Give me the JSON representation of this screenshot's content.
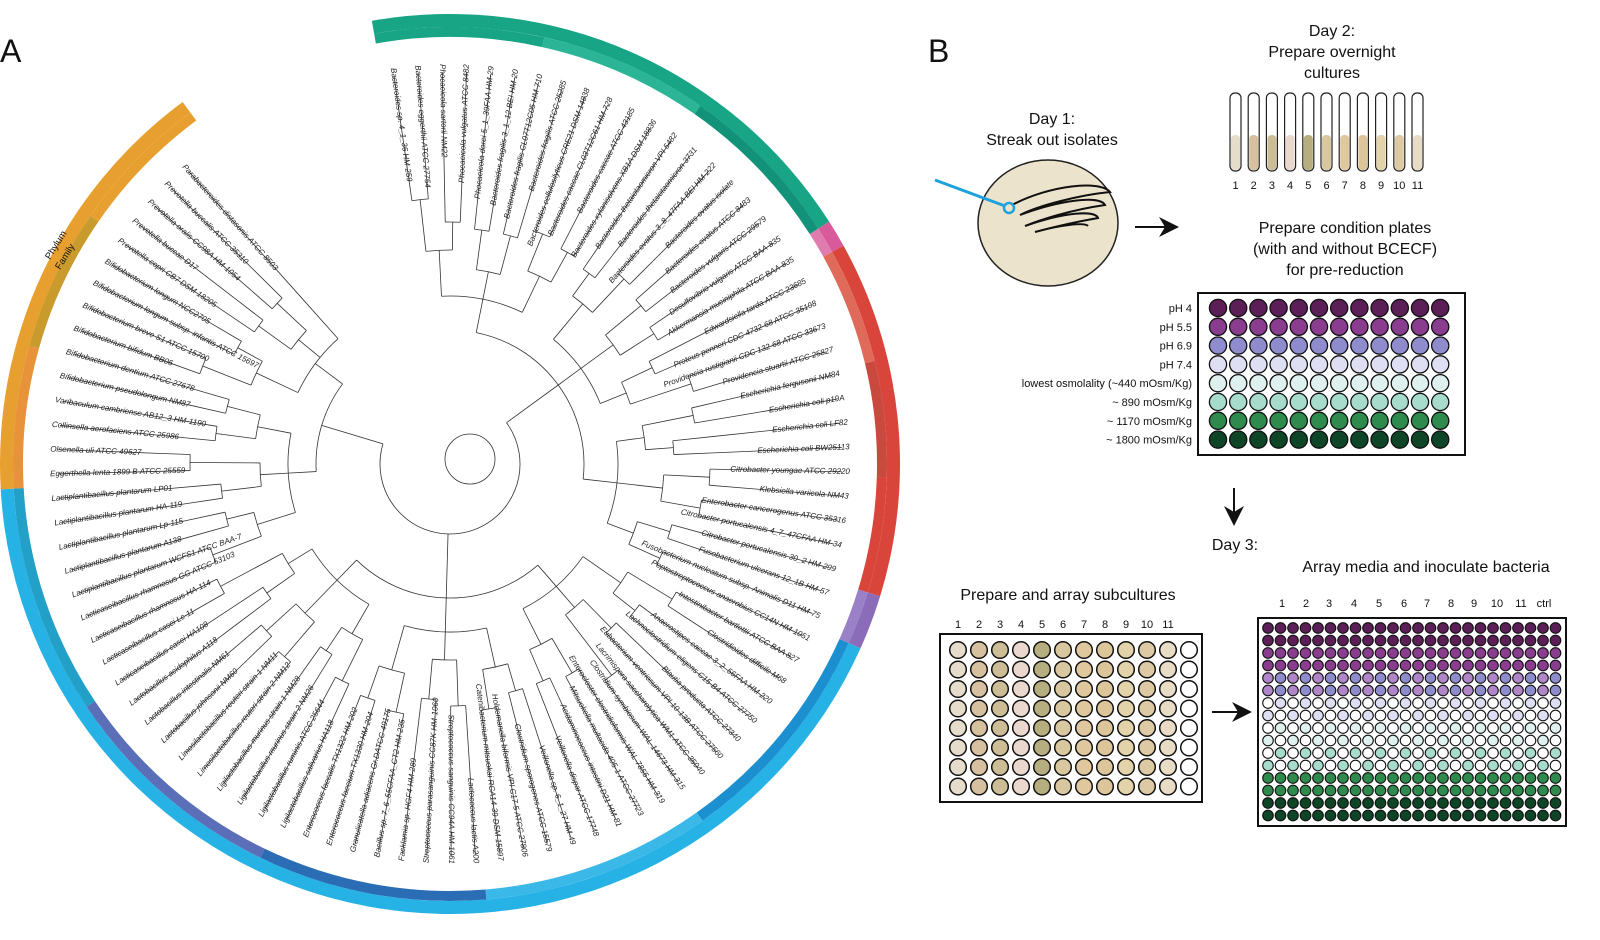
{
  "panels": {
    "a": "A",
    "b": "B"
  },
  "tree": {
    "ring_labels": {
      "outer": "Phylum",
      "inner": "Family"
    },
    "leaves": [
      "Bacteroides sp. 4_1_36 HM-259",
      "Bacteroides eggerthii ATCC 27754",
      "Phocaeicola sartorii NM22",
      "Phocaeicola vulgatus ATCC 8482",
      "Phocaeicola dorei 5_1_39FAA HM-29",
      "Bacteroides fragilis 3_1_12 BEI HM-20",
      "Bacteroides fragilis CL07T12C05 HM-710",
      "Bacteroides fragilis ATCC 25285",
      "Bacteroides cellulosilyticus CRE21 DSM 14838",
      "Bacteroides caccae CL03T12C61 HM-728",
      "Bacteroides caccae ATCC 43185",
      "Bacteroides xylanisolvens XB1A DSM 18836",
      "Bacteroides thetaiotaomicron VPI 5482",
      "Bacteroides thetaiotaomicron 3731",
      "Bacteroides ovatus 3_8_47FAA BEI HM-222",
      "Bacteroides ovatus isolate",
      "Bacteroides ovatus ATCC 8483",
      "Bacteroides vulgaris ATCC 29579",
      "Desulfovibrio vulgaris ATCC BAA-835",
      "Akkermansia muciniphila ATCC BAA-835",
      "Edwardsiella tarda ATCC 23685",
      "Proteus penneri CDC 4732-68 ATCC 35198",
      "Providencia rustigianii CDC 132-68 ATCC 33673",
      "Providencia stuartii ATCC 25827",
      "Escherichia fergusonii NM84",
      "Escherichia coli p19A",
      "Escherichia coli LF82",
      "Escherichia coli BW25113",
      "Citrobacter youngae ATCC 29220",
      "Klebsiella variicola NM43",
      "Enterobacter cancerogenus ATCC 35316",
      "Citrobacter portucalensis 4_7_47CFAA HM-34",
      "Citrobacter portucalensis 30_2 HM-299",
      "Fusobacterium ulcerans 12_1B HM-57",
      "Fusobacterium nucleatum subsp. Animalis D11 HM-75",
      "Peptostreptococcus anaerobius CC14N HM-1051",
      "Intestinibacter bartlettii ATCC BAA 827",
      "Clostridioides difficile M68",
      "Anaerostipes caccae 3_2_56FAA HM-220",
      "Lachnoclostridium eligens C15-B4 ATCC 27750",
      "Blautia producta ATCC 27340",
      "Eubacterium ventriosum VPI 10-13B ATCC 27560",
      "Lacrimispora saccharolytica WM1 ATCC 35040",
      "Clostridium symbiosum WAL-14673 HM-315",
      "Enterocloster clostridioformis WAL-7855 HM-319",
      "Mitsuokella multacida 405-1 ATCC 27723",
      "Acidaminococcus intestini D21 HM-81",
      "Veillonella dispar ATCC 17748",
      "Veillonella sp. 6_1_27 HM-49",
      "Clostridium sporogenes ATCC 15579",
      "Holdemanella biformis VPI C17-5 ATCC 27806",
      "Catenibacterium mitsuokai RCA14-39 DSM 15897",
      "Lactococcus lactis A200",
      "Streptococcus sanguinis CC94A HM-1061",
      "Streptococcus parasanguinis CC87K HM-1060",
      "Facklamia sp. HGF4 HM-289",
      "Bacillus sp. 7_6_55CFAA_CT2 HM-235",
      "Granulicatella adiacens Gr.DATCC 49175",
      "Enterococcus faecium TX1330 HM-204",
      "Enterococcus faecalis TX1322 HM-202",
      "Ligilactobacillus salivarius HA118",
      "Ligilactobacillus ruminis ATCC 25644",
      "Ligilactobacillus murinus strain 2 NM26",
      "Ligilactobacillus murinus strain 1 NM28",
      "Limosilactobacillus reuteri strain 2 NM12",
      "Limosilactobacillus reuteri strain 1 NM11",
      "Lactobacillus johnsonii NM60",
      "Lactobacillus intestinalis NM61",
      "Lactobacillus acidophilus A118",
      "Lacticaseibacillus casei HA108",
      "Lacticaseibacillus casei Lc-11",
      "Lacticaseibacillus rhamnosus HA-114",
      "Lacticaseibacillus rhamnosus GG ATCC 53103",
      "Lactiplantibacillus plantarum WCFS1 ATCC BAA-7",
      "Lactiplantibacillus plantarum A138",
      "Lactiplantibacillus plantarum Lp-115",
      "Lactiplantibacillus plantarum HA-119",
      "Lactiplantibacillus plantarum LP01",
      "Eggerthella lenta 1899 B ATCC 25559",
      "Olsenella uli ATCC 49627",
      "Collinsella aerofaciens ATCC 25986",
      "Varibaculum cambriense AB12_3 HM-1190",
      "Bifidobacterium pseudolongum NM87",
      "Bifidobacterium dentium ATCC 27678",
      "Bifidobacterium bifidum BB06",
      "Bifidobacterium breve S1 ATCC 15700",
      "Bifidobacterium longum subsp. infantis ATCC 15697",
      "Bifidobacterium longum NCC2705",
      "Prevotella copri CB7 DSM 18205",
      "Prevotella buccae D17",
      "Prevotella oralis CC98A HM-1054",
      "Prevotella buccalis ATCC 35310",
      "Parabacteroides distasonis ATCC 8503"
    ]
  },
  "steps": {
    "day1": {
      "title": "Day 1:",
      "subtitle": "Streak out isolates"
    },
    "day2": {
      "title": "Day 2:",
      "line1": "Prepare  overnight",
      "line2": "cultures"
    },
    "tube_numbers": [
      "1",
      "2",
      "3",
      "4",
      "5",
      "6",
      "7",
      "8",
      "9",
      "10",
      "11"
    ],
    "condition": {
      "line1": "Prepare condition plates",
      "line2": "(with and without BCECF)",
      "line3": "for pre-reduction"
    },
    "condition_rows": [
      "pH 4",
      "pH 5.5",
      "pH 6.9",
      "pH 7.4",
      "lowest osmolality (~440 mOsm/Kg)",
      "~ 890 mOsm/Kg",
      "~ 1170 mOsm/Kg",
      "~ 1800 mOsm/Kg"
    ],
    "day3": {
      "title": "Day 3:"
    },
    "subcultures": {
      "title": "Prepare and array subcultures"
    },
    "array": {
      "title": "Array media and inoculate bacteria",
      "ctrl_label": "ctrl"
    }
  },
  "colors": {
    "row_colors": [
      "#5b1e56",
      "#8a3c8f",
      "#8e8ccc",
      "#dedff2",
      "#dff1ef",
      "#a7dccd",
      "#2f8a4d",
      "#0d4526"
    ],
    "tube_colors": [
      "#e6dccb",
      "#d7c0a0",
      "#ccbd96",
      "#ead8cf",
      "#b6ae7e",
      "#d9c7a0",
      "#e1c79e",
      "#ddc59a",
      "#e3d3aa",
      "#ddc9a3",
      "#e9dcc7"
    ],
    "arrow_blue": "#1da2dc",
    "ring_teal": "#17a586",
    "ring_orange": "#e7a02f",
    "ring_blue": "#27b2e6",
    "ring_red": "#d9453a",
    "ring_purple": "#8a6cb8"
  }
}
